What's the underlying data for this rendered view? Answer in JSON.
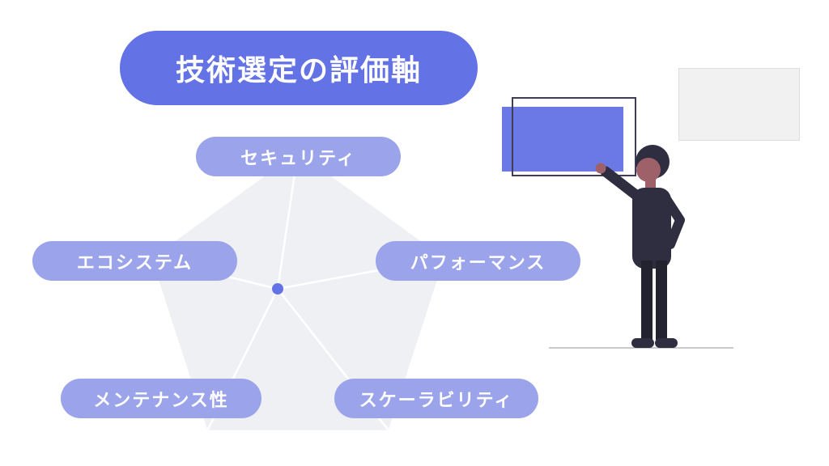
{
  "title": "技術選定の評価軸",
  "chart_data": {
    "type": "radar",
    "title": "技術選定の評価軸",
    "categories": [
      "セキュリティ",
      "パフォーマンス",
      "スケーラビリティ",
      "メンテナンス性",
      "エコシステム"
    ],
    "values": [
      0,
      0,
      0,
      0,
      0
    ],
    "center_dot": true,
    "grid": false,
    "legend": false
  },
  "colors": {
    "title-bg": "#6372e4",
    "pill-bg": "#9ba4ea",
    "pentagon-fill": "#eef0f4",
    "axis-line": "#ffffff",
    "center-dot": "#6372e4",
    "board-fill": "#6b79e6",
    "outline": "#3f3d56",
    "panel-fill": "#f1f1f2",
    "suit": "#2f2e41",
    "hair": "#2f2e41",
    "trousers": "#23222f",
    "skin": "#9e616a",
    "ground": "#cacace",
    "text": "#ffffff"
  }
}
